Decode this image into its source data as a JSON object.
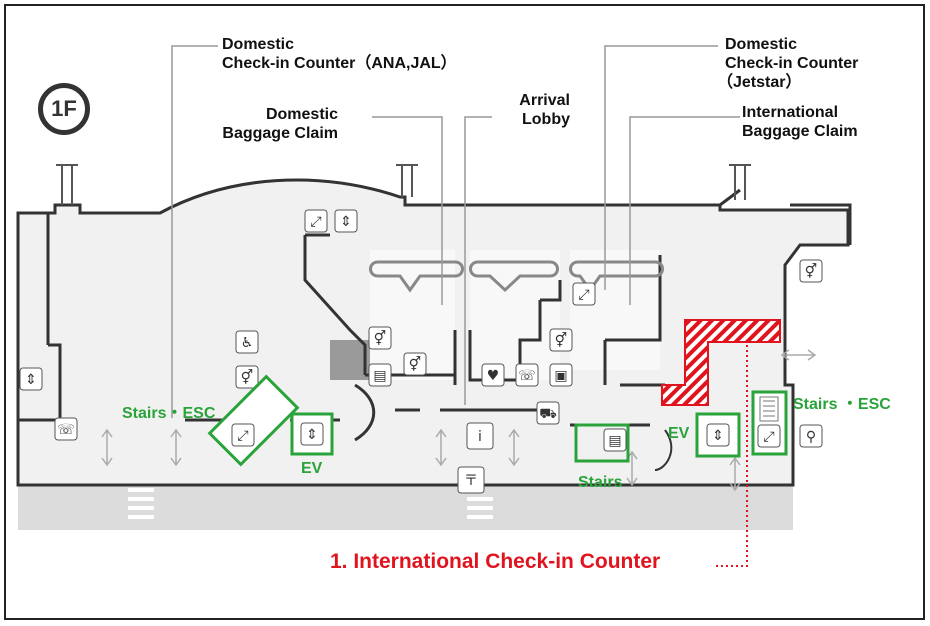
{
  "floor": "1F",
  "labels": {
    "dom_checkin_line1": "Domestic",
    "dom_checkin_line2": "Check-in Counter（ANA,JAL）",
    "dom_baggage_line1": "Domestic",
    "dom_baggage_line2": "Baggage Claim",
    "arrival_line1": "Arrival",
    "arrival_line2": "Lobby",
    "jetstar_line1": "Domestic",
    "jetstar_line2": "Check-in Counter",
    "jetstar_line3": "（Jetstar）",
    "intl_baggage_line1": "International",
    "intl_baggage_line2": "Baggage Claim"
  },
  "facilities": {
    "stairs_esc_left": "Stairs・ESC",
    "ev_left": "EV",
    "stairs_center": "Stairs",
    "ev_right": "EV",
    "stairs_esc_right": "Stairs ・ESC"
  },
  "highlight": {
    "title": "1.  International Check-in Counter"
  },
  "colors": {
    "highlight_green": "#2aa33a",
    "highlight_red": "#e0141e",
    "building_fill": "#f1f1f1",
    "road_fill": "#dcdcdc",
    "wall": "#333333"
  },
  "icons": [
    "escalator-icon",
    "elevator-icon",
    "restroom-icon",
    "wheelchair-icon",
    "phone-icon",
    "info-icon",
    "post-office-icon",
    "taxi-icon",
    "bicycle-icon",
    "atm-icon",
    "luggage-icon",
    "heart-icon",
    "double-arrow-icon"
  ]
}
